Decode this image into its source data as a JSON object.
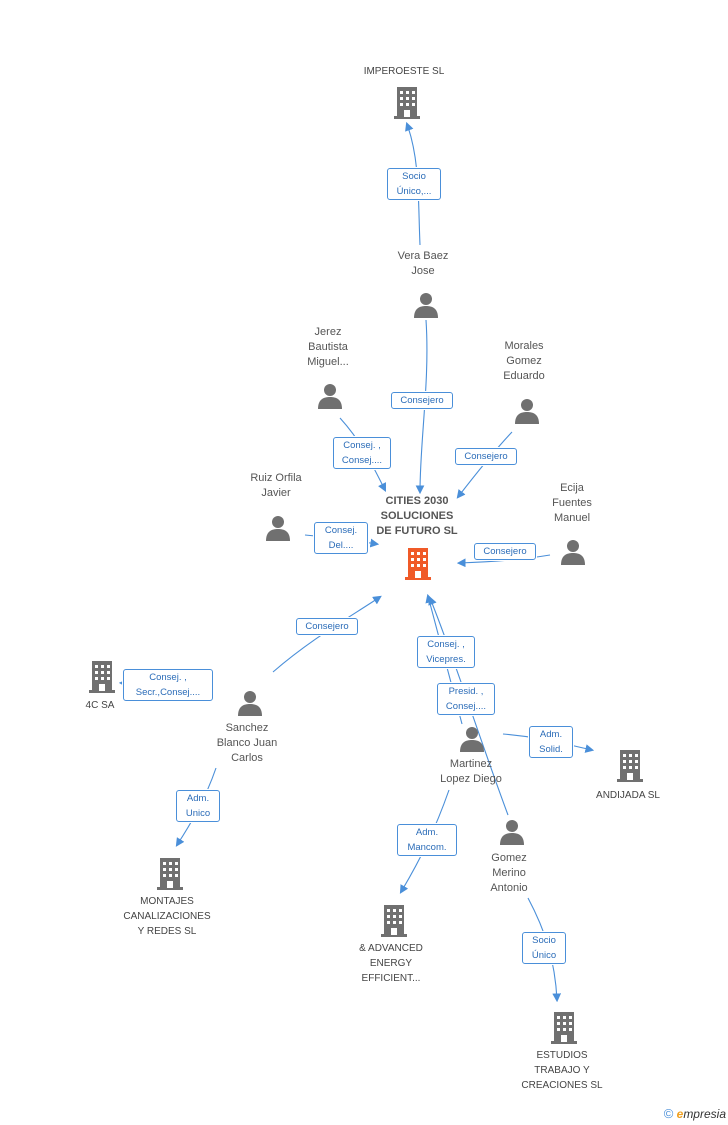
{
  "nodes": {
    "imperoeste": "IMPEROESTE SL",
    "vera": [
      "Vera Baez",
      "Jose"
    ],
    "jerez": [
      "Jerez",
      "Bautista",
      "Miguel..."
    ],
    "morales": [
      "Morales",
      "Gomez",
      "Eduardo"
    ],
    "ruiz": [
      "Ruiz Orfila",
      "Javier"
    ],
    "main": [
      "CITIES 2030",
      "SOLUCIONES",
      "DE FUTURO SL"
    ],
    "ecija": [
      "Ecija",
      "Fuentes",
      "Manuel"
    ],
    "c4": "4C SA",
    "sanchez": [
      "Sanchez",
      "Blanco Juan",
      "Carlos"
    ],
    "martinez": [
      "Martinez",
      "Lopez Diego"
    ],
    "andijada": "ANDIJADA SL",
    "gomez": [
      "Gomez",
      "Merino",
      "Antonio"
    ],
    "montajes": [
      "MONTAJES",
      "CANALIZACIONES",
      "Y REDES SL"
    ],
    "advanced": [
      "& ADVANCED",
      "ENERGY",
      "EFFICIENT..."
    ],
    "estudios": [
      "ESTUDIOS",
      "TRABAJO Y",
      "CREACIONES SL"
    ]
  },
  "edges": {
    "socio_unico_imp": [
      "Socio",
      "Único,..."
    ],
    "consejero_vera": "Consejero",
    "consej_jerez": [
      "Consej. ,",
      "Consej...."
    ],
    "consejero_morales": "Consejero",
    "consej_del_ruiz": [
      "Consej.",
      "Del...."
    ],
    "consejero_ecija": "Consejero",
    "consejero_sanchez": "Consejero",
    "consej_secr_4c": [
      "Consej. ,",
      "Secr.,Consej...."
    ],
    "consej_vicepres": [
      "Consej. ,",
      "Vicepres."
    ],
    "presid_consej": [
      "Presid. ,",
      "Consej...."
    ],
    "adm_solid": [
      "Adm.",
      "Solid."
    ],
    "adm_unico": [
      "Adm.",
      "Unico"
    ],
    "adm_mancom": [
      "Adm.",
      "Mancom."
    ],
    "socio_unico_est": [
      "Socio",
      "Único"
    ]
  },
  "logo": {
    "copyright": "©",
    "brand_initial": "e",
    "brand_rest": "mpresia"
  },
  "colors": {
    "person": "#707070",
    "company": "#707070",
    "main_company": "#f05a28",
    "edge": "#4a8fd9"
  }
}
